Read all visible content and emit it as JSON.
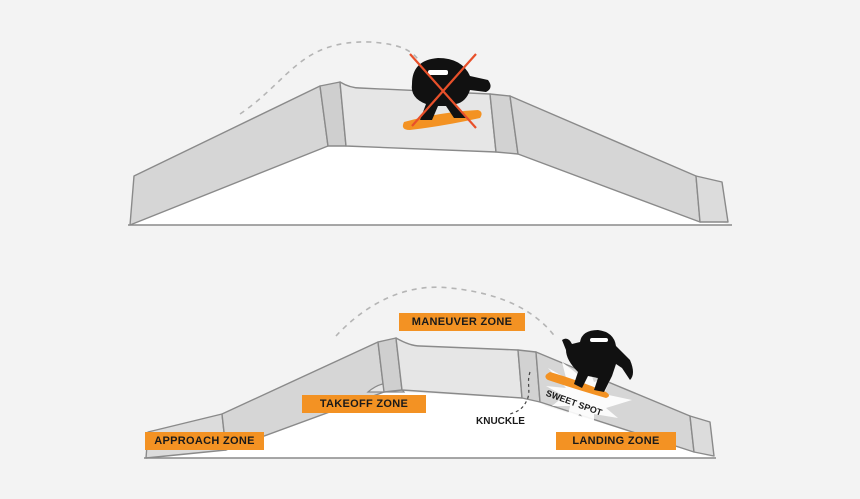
{
  "labels": {
    "maneuver_zone": "MANEUVER ZONE",
    "takeoff_zone": "TAKEOFF ZONE",
    "approach_zone": "APPROACH ZONE",
    "landing_zone": "LANDING ZONE",
    "knuckle": "KNUCKLE",
    "sweet_spot": "SWEET SPOT"
  },
  "colors": {
    "accent": "#f39223",
    "cross": "#e8502a",
    "ramp_face": "#d6d6d6",
    "ramp_top": "#e4e4e4",
    "outline": "#8a8a8a",
    "rider": "#111111"
  }
}
